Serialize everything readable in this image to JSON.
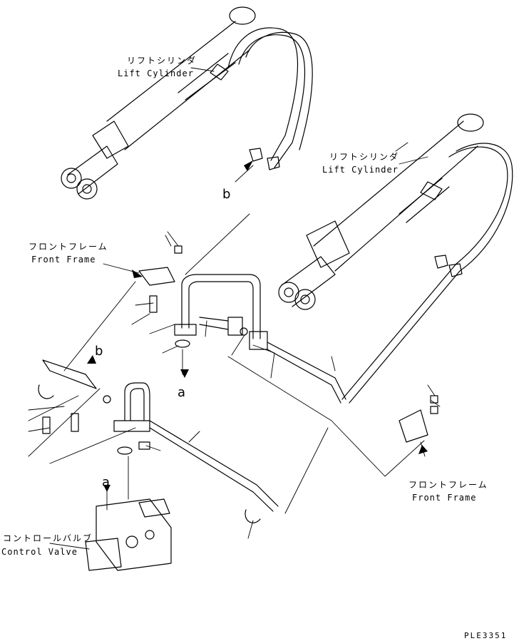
{
  "labels": {
    "lift_cylinder_1": {
      "jp": "リフトシリンダ",
      "en": "Lift Cylinder"
    },
    "lift_cylinder_2": {
      "jp": "リフトシリンダ",
      "en": "Lift Cylinder"
    },
    "front_frame_1": {
      "jp": "フロントフレーム",
      "en": "Front Frame"
    },
    "front_frame_2": {
      "jp": "フロントフレーム",
      "en": "Front Frame"
    },
    "control_valve": {
      "jp": "コントロールバルブ",
      "en": "Control Valve"
    }
  },
  "callouts": {
    "a_top": "a",
    "a_bottom": "a",
    "b_top": "b",
    "b_mid": "b"
  },
  "drawing_code": "PLE3351"
}
